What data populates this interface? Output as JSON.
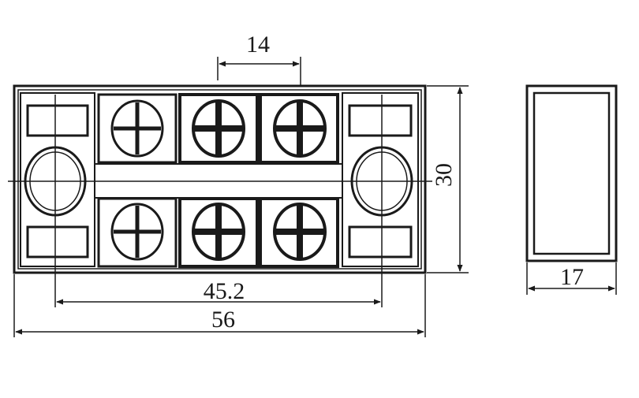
{
  "dimensions": {
    "screw_pitch": "14",
    "height": "30",
    "mount_hole_spacing": "45.2",
    "overall_length": "56",
    "depth": "17"
  },
  "colors": {
    "line": "#1a1a1a",
    "background": "#ffffff"
  }
}
